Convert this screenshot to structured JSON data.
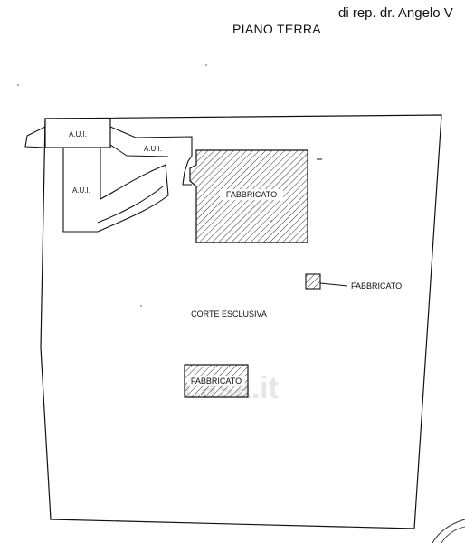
{
  "header": {
    "notary": "di rep. dr. Angelo V",
    "floor_title": "PIANO TERRA"
  },
  "labels": {
    "aui_1": "A.U.I.",
    "aui_2": "A.U.I.",
    "aui_3": "A.U.I.",
    "building_main": "FABBRICATO",
    "building_small": "FABBRICATO",
    "building_lower": "FABBRICATO",
    "courtyard": "CORTE ESCLUSIVA",
    "watermark": "casa.it"
  },
  "colors": {
    "line": "#111111",
    "hatch": "#333333",
    "watermark": "#e6e6e6"
  }
}
